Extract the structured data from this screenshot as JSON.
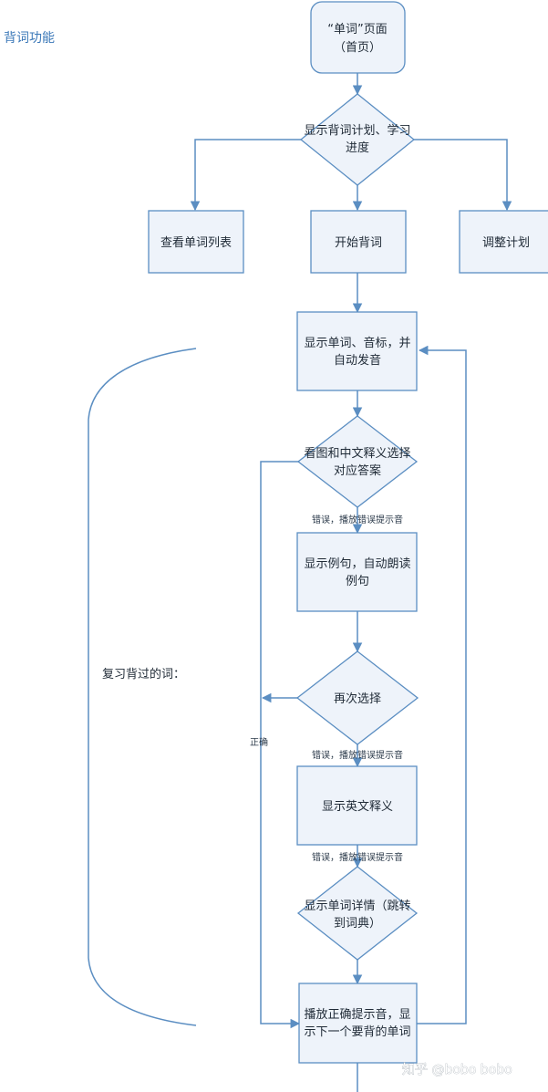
{
  "title": "背词功能",
  "nodes": {
    "home_page": [
      "“单词”页面",
      "（首页）"
    ],
    "show_plan": [
      "显示背词计划、学习",
      "进度"
    ],
    "view_list": [
      "查看单词列表"
    ],
    "start": [
      "开始背词"
    ],
    "adjust_plan": [
      "调整计划"
    ],
    "show_word": [
      "显示单词、音标，并",
      "自动发音"
    ],
    "choose_answer": [
      "看图和中文释义选择",
      "对应答案"
    ],
    "show_example": [
      "显示例句，自动朗读",
      "例句"
    ],
    "choose_again": [
      "再次选择"
    ],
    "show_english": [
      "显示英文释义"
    ],
    "word_detail": [
      "显示单词详情（跳转",
      "到词典）"
    ],
    "correct_next": [
      "播放正确提示音，显",
      "示下一个要背的单词"
    ]
  },
  "edges": {
    "wrong_1": "错误，播放错误提示音",
    "wrong_2": "错误，播放错误提示音",
    "wrong_3": "错误，播放错误提示音",
    "correct": "正确"
  },
  "side_label": "复习背过的词：",
  "watermark": "知乎 @bobo bobo",
  "colors": {
    "line": "#5b8ec2",
    "fill": "#eef3fa",
    "title": "#3b78b8"
  }
}
